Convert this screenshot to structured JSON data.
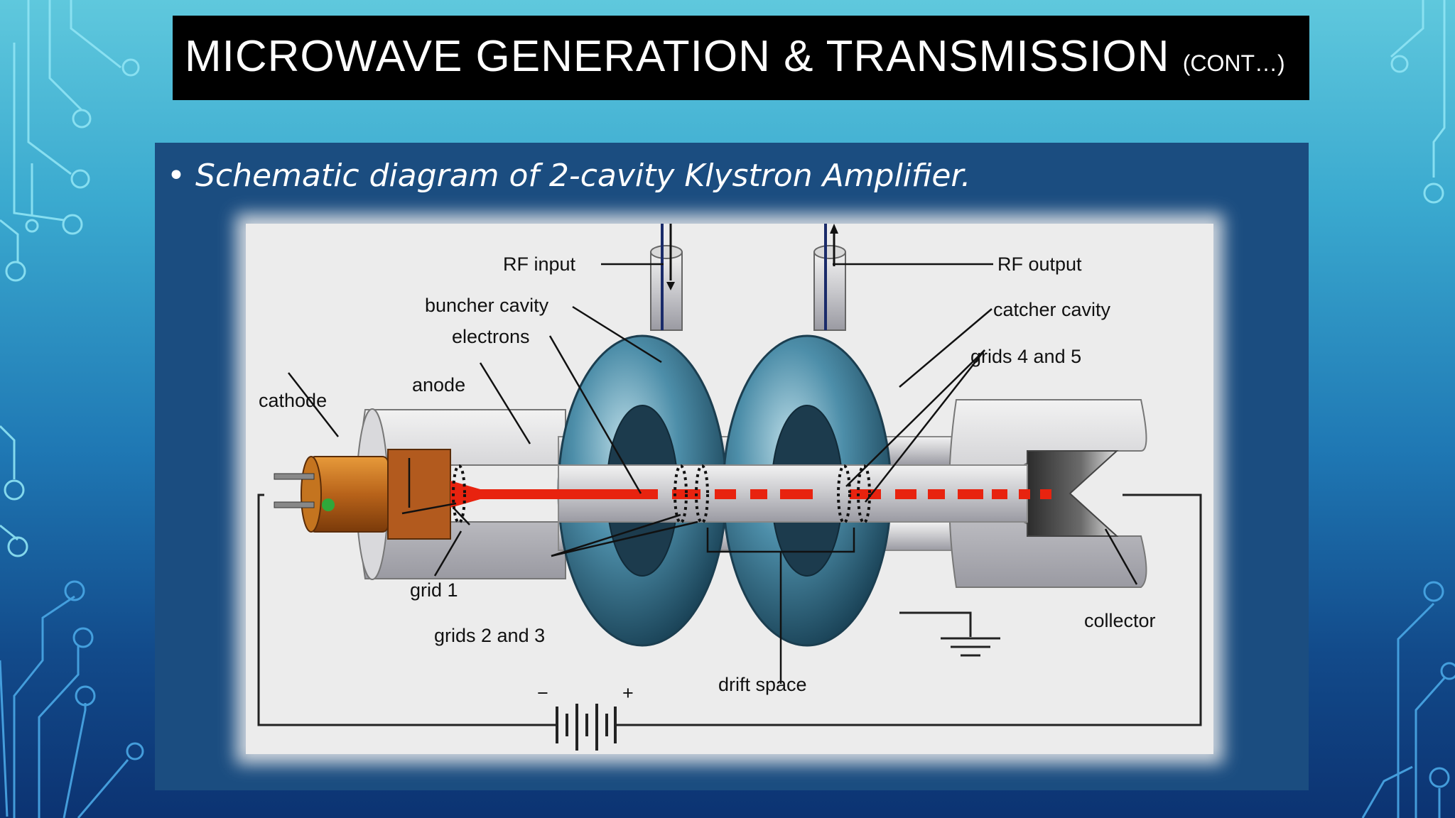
{
  "slide": {
    "title": "MICROWAVE GENERATION & TRANSMISSION",
    "title_suffix": "(CONT…)",
    "bullet": "Schematic diagram of  2-cavity Klystron Amplifier."
  },
  "diagram": {
    "labels": {
      "rf_input": "RF input",
      "rf_output": "RF output",
      "buncher_cavity": "buncher cavity",
      "catcher_cavity": "catcher cavity",
      "electrons": "electrons",
      "grids_4_5": "grids 4 and 5",
      "anode": "anode",
      "cathode": "cathode",
      "grid_1": "grid 1",
      "grids_2_3": "grids 2 and 3",
      "collector": "collector",
      "drift_space": "drift space",
      "minus": "−",
      "plus": "+"
    }
  },
  "colors": {
    "title_bar": "#000000",
    "panel": "#1b4d80",
    "beam": "#e8230f",
    "cavity": "#3f7f9a"
  }
}
